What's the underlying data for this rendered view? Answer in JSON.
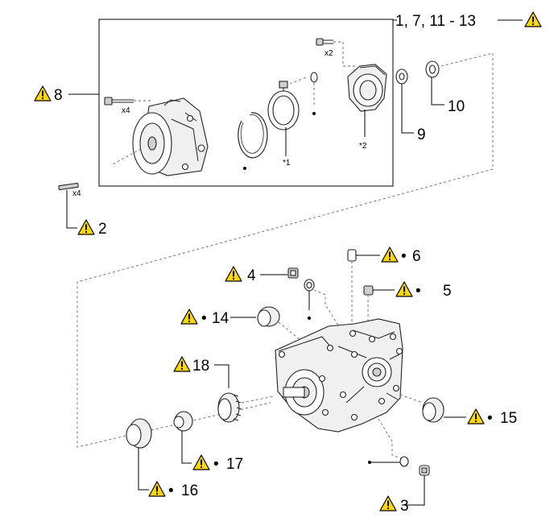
{
  "symbols": {
    "warning_icon": "warning-triangle",
    "warning_fill": "#ffd700",
    "bullet": "•"
  },
  "callouts": {
    "c1": "1, 7, 11 - 13",
    "c2": "2",
    "c3": "3",
    "c4": "4",
    "c5": "5",
    "c6": "6",
    "c8": "8",
    "c9": "9",
    "c10": "10",
    "c14": "14",
    "c15": "15",
    "c16": "16",
    "c17": "17",
    "c18": "18"
  },
  "annotations": {
    "x4_bolts": "x4",
    "x4_studs": "x4",
    "x2_bolts": "x2",
    "star1": "*1",
    "star2": "*2"
  }
}
